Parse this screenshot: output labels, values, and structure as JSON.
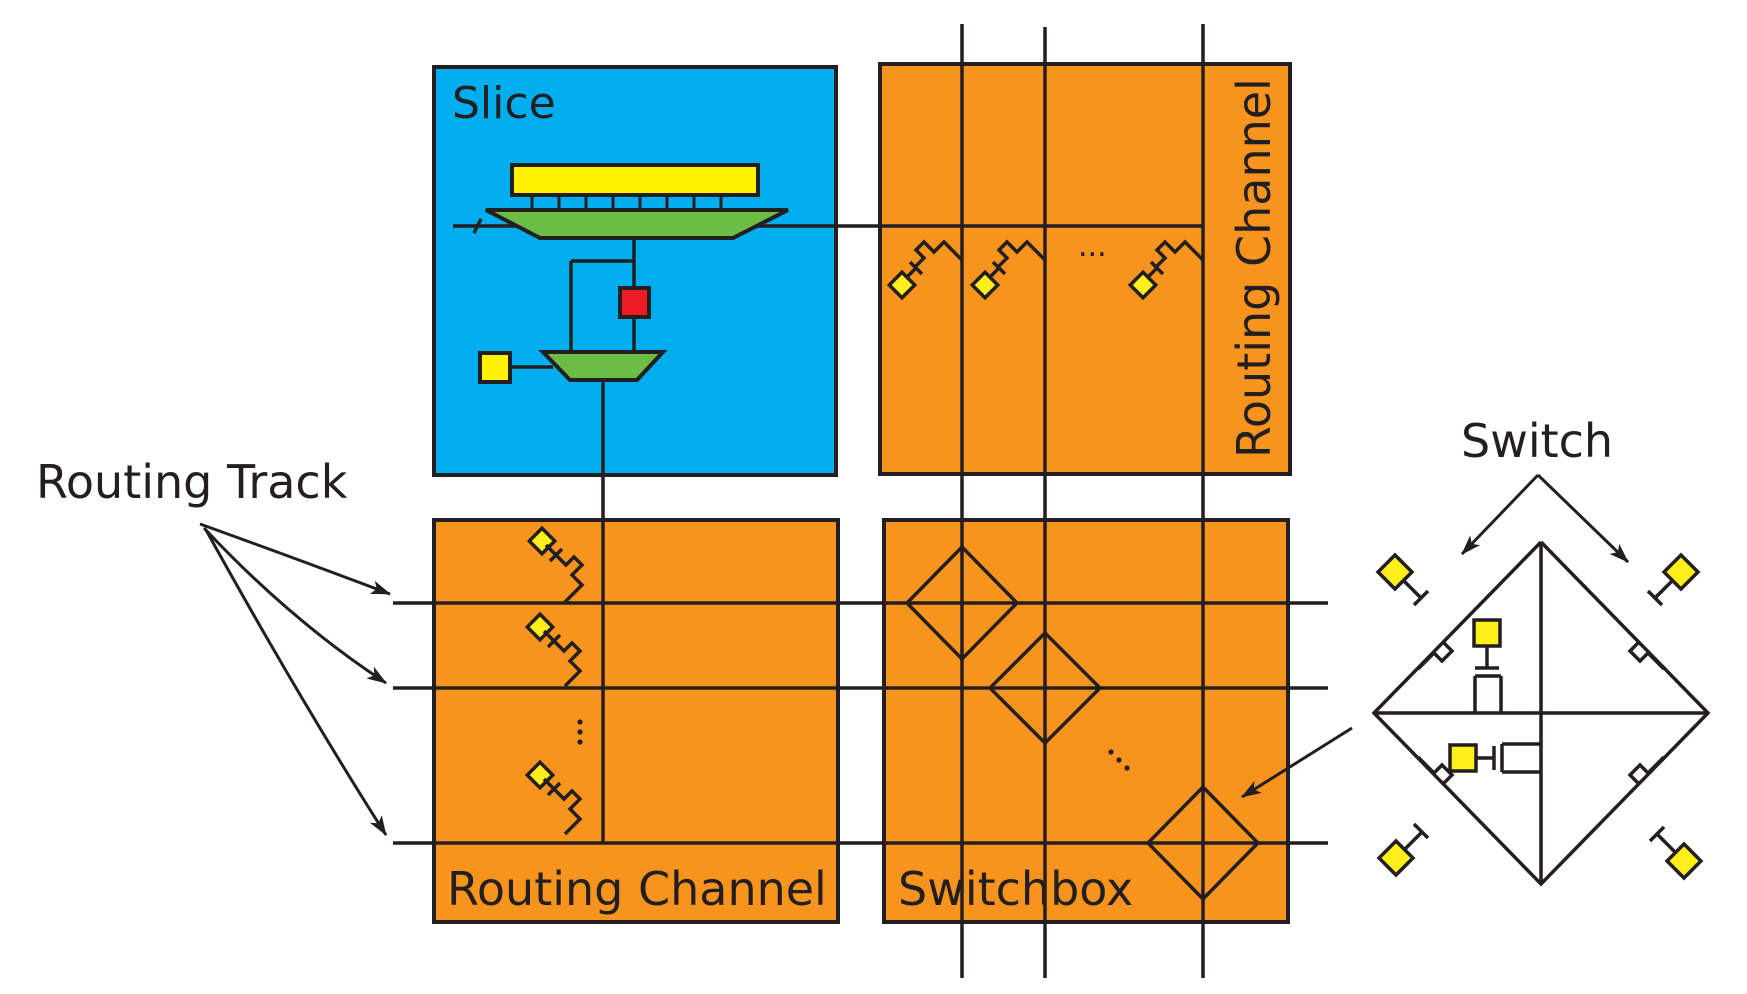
{
  "labels": {
    "slice": "Slice",
    "routing_channel_vertical": "Routing Channel",
    "routing_channel_horizontal": "Routing Channel",
    "switchbox": "Switchbox",
    "routing_track": "Routing Track",
    "switch": "Switch",
    "ellipsis": "..."
  },
  "colors": {
    "slice_fill": "#00adef",
    "channel_fill": "#f7941e",
    "lut_fill": "#fff200",
    "mux_fill": "#6cbd45",
    "flipflop_fill": "#ed1c24",
    "pad_fill": "#ffef1a",
    "line": "#231f20"
  }
}
